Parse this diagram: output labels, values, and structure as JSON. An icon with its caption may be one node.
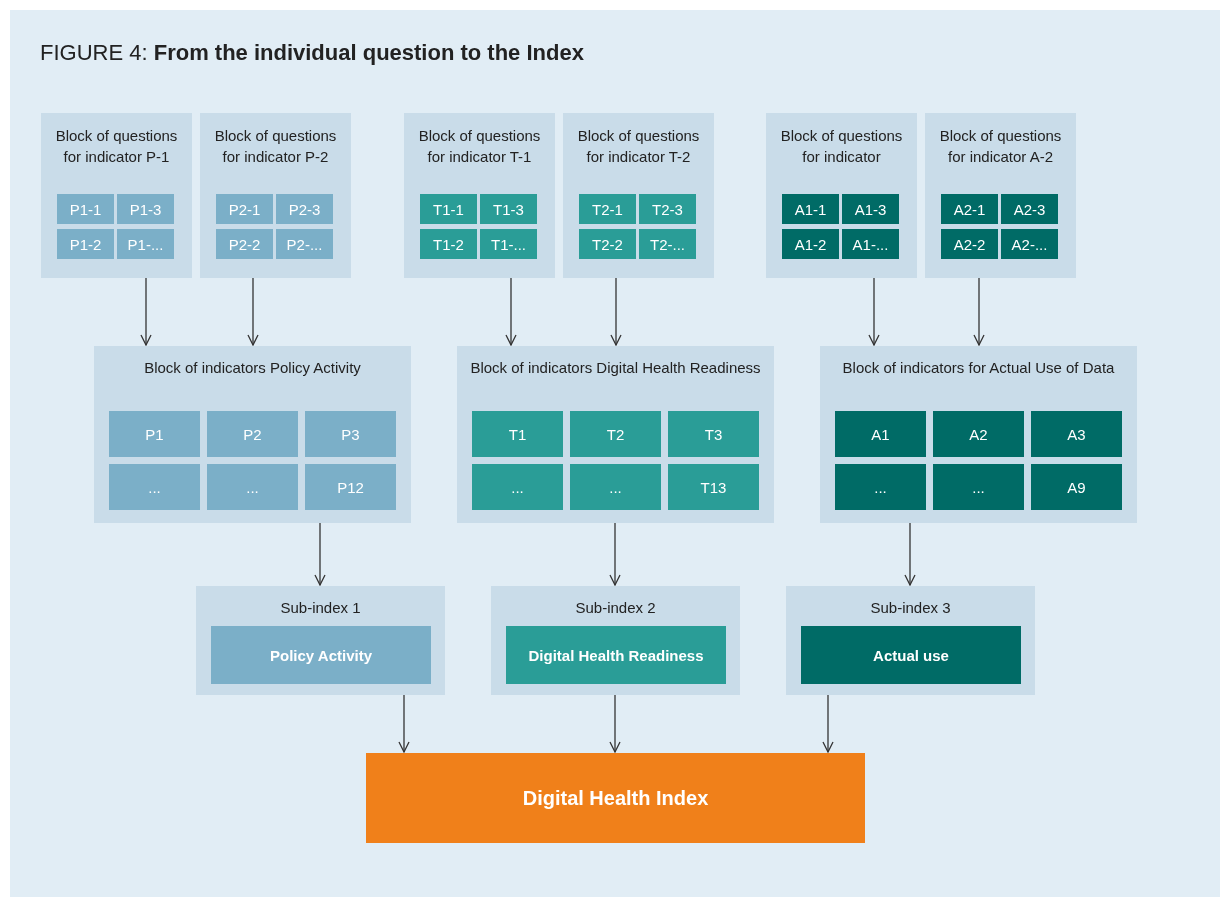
{
  "diagram": {
    "title": "FIGURE 4: **From the individual question to the Index**",
    "nodes": [
      {
        "text": [
          "Block of questions for indicator P-1"
        ]
      },
      {
        "text": [
          "P1-1"
        ],
        "in": 0
      },
      {
        "text": [
          "P1-3"
        ],
        "in": 0
      },
      {
        "text": [
          "P1-2"
        ],
        "in": 0
      },
      {
        "text": [
          "P1-..."
        ],
        "in": 0
      },
      {
        "text": [
          "Block of questions for indicator P-2"
        ]
      },
      {
        "text": [
          "P2-1"
        ],
        "in": 5
      },
      {
        "text": [
          "P2-3"
        ],
        "in": 5
      },
      {
        "text": [
          "P2-2"
        ],
        "in": 5
      },
      {
        "text": [
          "P2-..."
        ],
        "in": 5
      },
      {
        "text": [
          "Block of questions for indicator T-1"
        ]
      },
      {
        "text": [
          "T1-1"
        ],
        "in": 10
      },
      {
        "text": [
          "T1-3"
        ],
        "in": 10
      },
      {
        "text": [
          "T1-2"
        ],
        "in": 10
      },
      {
        "text": [
          "T1-..."
        ],
        "in": 10
      },
      {
        "text": [
          "Block of questions for indicator T-2"
        ]
      },
      {
        "text": [
          "T2-1"
        ],
        "in": 15
      },
      {
        "text": [
          "T2-3"
        ],
        "in": 15
      },
      {
        "text": [
          "T2-2"
        ],
        "in": 15
      },
      {
        "text": [
          "T2-..."
        ],
        "in": 15
      },
      {
        "text": [
          "Block of questions for indicator"
        ]
      },
      {
        "text": [
          "A1-1"
        ],
        "in": 20
      },
      {
        "text": [
          "A1-3"
        ],
        "in": 20
      },
      {
        "text": [
          "A1-2"
        ],
        "in": 20
      },
      {
        "text": [
          "A1-..."
        ],
        "in": 20
      },
      {
        "text": [
          "Block of questions for indicator A-2"
        ]
      },
      {
        "text": [
          "A2-1"
        ],
        "in": 25
      },
      {
        "text": [
          "A2-3"
        ],
        "in": 25
      },
      {
        "text": [
          "A2-2"
        ],
        "in": 25
      },
      {
        "text": [
          "A2-..."
        ],
        "in": 25
      },
      {
        "text": [
          "Block of indicators Policy Activity"
        ]
      },
      {
        "text": [
          "P1"
        ],
        "in": 30
      },
      {
        "text": [
          "P2"
        ],
        "in": 30
      },
      {
        "text": [
          "P3"
        ],
        "in": 30
      },
      {
        "text": [
          "..."
        ],
        "in": 30
      },
      {
        "text": [
          "..."
        ],
        "in": 30
      },
      {
        "text": [
          "P12"
        ],
        "in": 30
      },
      {
        "text": [
          "Block of indicators Digital Health Readiness"
        ]
      },
      {
        "text": [
          "T1"
        ],
        "in": 37
      },
      {
        "text": [
          "T2"
        ],
        "in": 37
      },
      {
        "text": [
          "T3"
        ],
        "in": 37
      },
      {
        "text": [
          "..."
        ],
        "in": 37
      },
      {
        "text": [
          "..."
        ],
        "in": 37
      },
      {
        "text": [
          "T13"
        ],
        "in": 37
      },
      {
        "text": [
          "Block of indicators for Actual Use of Data"
        ]
      },
      {
        "text": [
          "A1"
        ],
        "in": 44
      },
      {
        "text": [
          "A2"
        ],
        "in": 44
      },
      {
        "text": [
          "A3"
        ],
        "in": 44
      },
      {
        "text": [
          "..."
        ],
        "in": 44
      },
      {
        "text": [
          "..."
        ],
        "in": 44
      },
      {
        "text": [
          "A9"
        ],
        "in": 44
      },
      {
        "text": [
          "Sub-index 1"
        ]
      },
      {
        "text": [
          "Policy Activity"
        ],
        "in": 51
      },
      {
        "text": [
          "Sub-index 2"
        ]
      },
      {
        "text": [
          "Digital Health Readiness"
        ],
        "in": 53
      },
      {
        "text": [
          "Sub-index 3"
        ]
      },
      {
        "text": [
          "Actual use"
        ],
        "in": 55
      },
      {
        "text": [
          "Digital Health Index"
        ]
      }
    ],
    "edges": [
      {
        "from": 0,
        "to": 30,
        "arrow": "to"
      },
      {
        "from": 5,
        "to": 30,
        "arrow": "to"
      },
      {
        "from": 10,
        "to": 37,
        "arrow": "to"
      },
      {
        "from": 15,
        "to": 37,
        "arrow": "to"
      },
      {
        "from": 20,
        "to": 44,
        "arrow": "to"
      },
      {
        "from": 25,
        "to": 44,
        "arrow": "to"
      },
      {
        "from": 30,
        "to": 51,
        "arrow": "to"
      },
      {
        "from": 37,
        "to": 53,
        "arrow": "to"
      },
      {
        "from": 44,
        "to": 55,
        "arrow": "to"
      },
      {
        "from": 51,
        "to": 57,
        "arrow": "to"
      },
      {
        "from": 53,
        "to": 57,
        "arrow": "to"
      },
      {
        "from": 55,
        "to": 57,
        "arrow": "to"
      }
    ]
  }
}
